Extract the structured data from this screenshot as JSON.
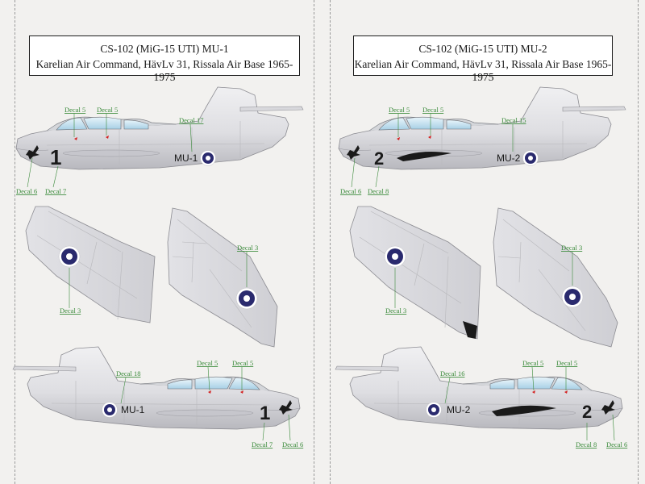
{
  "left": {
    "title": "CS-102 (MiG-15 UTI) MU-1",
    "subtitle": "Karelian Air Command, HävLv 31, Rissala Air Base 1965-1975",
    "side": {
      "number": "1",
      "code": "MU-1",
      "decals": [
        "Decal 5",
        "Decal 5",
        "Decal 17",
        "Decal 6",
        "Decal 7"
      ]
    },
    "wing_lower": {
      "decals": [
        "Decal 3"
      ]
    },
    "wing_upper": {
      "decals": [
        "Decal 3"
      ]
    },
    "side_right": {
      "number": "1",
      "code": "MU-1",
      "decals": [
        "Decal 18",
        "Decal 5",
        "Decal 5",
        "Decal 7",
        "Decal 6"
      ]
    }
  },
  "right": {
    "title": "CS-102 (MiG-15 UTI) MU-2",
    "subtitle": "Karelian Air Command, HävLv 31, Rissala Air Base 1965-1975",
    "side": {
      "number": "2",
      "code": "MU-2",
      "decals": [
        "Decal 5",
        "Decal 5",
        "Decal 15",
        "Decal 6",
        "Decal 8"
      ]
    },
    "wing_lower": {
      "decals": [
        "Decal 3"
      ]
    },
    "wing_upper": {
      "decals": [
        "Decal 3"
      ]
    },
    "side_right": {
      "number": "2",
      "code": "MU-2",
      "decals": [
        "Decal 16",
        "Decal 5",
        "Decal 5",
        "Decal 8",
        "Decal 6"
      ]
    }
  },
  "colors": {
    "roundel_blue": "#2a2a6e",
    "decal_label": "#3a8a3a",
    "aircraft_silver": "#dcdce0",
    "canopy": "#c8e0ef"
  }
}
